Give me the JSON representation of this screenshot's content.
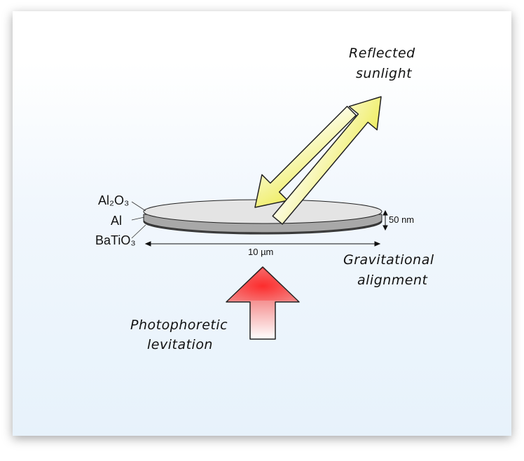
{
  "layers": {
    "top": "Al₂O₃",
    "middle": "Al",
    "bottom": "BaTiO₃"
  },
  "dimensions": {
    "thickness": "50 nm",
    "diameter": "10 µm"
  },
  "labels": {
    "reflected": [
      "Reflected",
      "sunlight"
    ],
    "gravitational": [
      "Gravitational",
      "alignment"
    ],
    "photophoretic": [
      "Photophoretic",
      "levitation"
    ]
  },
  "colors": {
    "incoming_arrow": "#f2f06a",
    "reflected_arrow": "#f2f06a",
    "levitation_arrow": "#f03a3a",
    "disk_top": "#e4e4e4",
    "disk_middle": "#a8a8a8",
    "disk_bottom": "#555555"
  }
}
